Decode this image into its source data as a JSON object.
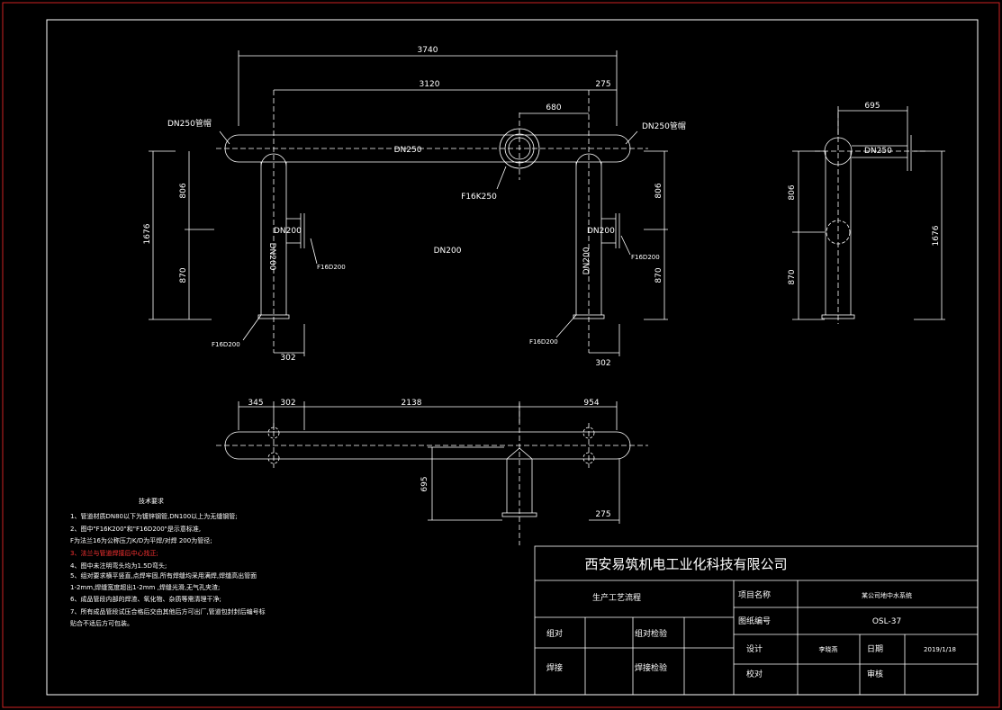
{
  "colors": {
    "background": "#000000",
    "frame_outer": "#cc2222",
    "lines": "#ffffff",
    "highlight_note": "#ff3333"
  },
  "front_view": {
    "dim_overall": "3740",
    "dim_centers": "3120",
    "dim_right_offset": "275",
    "dim_flange_span": "680",
    "dim_height_total": "1676",
    "dim_height_upper": "806",
    "dim_height_lower": "870",
    "dim_height_upper_right": "806",
    "dim_height_lower_right": "870",
    "dim_leg_left": "302",
    "dim_leg_right": "302",
    "label_left_cap": "DN250管帽",
    "label_right_cap": "DN250管帽",
    "label_header": "DN250",
    "label_flange_center": "F16K250",
    "label_branch_left": "DN200",
    "label_branch_right": "DN200",
    "label_leg_left": "DN200",
    "label_leg_right": "DN200",
    "label_center": "DN200",
    "label_flange_left_side": "F16D200",
    "label_flange_right_side": "F16D200",
    "label_flange_left_bottom": "F16D200",
    "label_flange_right_bottom": "F16D200"
  },
  "side_view": {
    "dim_top": "695",
    "label_header": "DN250",
    "dim_upper": "806",
    "dim_lower": "870",
    "dim_total": "1676"
  },
  "top_view": {
    "dim_a": "345",
    "dim_b": "302",
    "dim_c": "2138",
    "dim_d": "954",
    "dim_depth": "695",
    "dim_right": "275"
  },
  "notes": {
    "title": "技术要求",
    "items": [
      "1、管道材质DN80以下为镀锌钢管,DN100以上为无缝钢管;",
      "2、图中\"F16K200\"和\"F16D200\"是示意标准,",
      "   F为法兰16为公称压力K/D为平焊/对焊 200为管径;",
      "3、法兰与管道焊接后中心找正;",
      "4、图中未注明弯头均为1.5D弯头;",
      "5、组对要求横平竖直,点焊牢固,所有焊缝均采用满焊,焊缝高出管面",
      "   1-2mm,焊缝宽度超出1-2mm ,焊缝光滑,无气孔夹渣;",
      "6、成品管段内部的焊渣、氧化物、杂质等需清理干净;",
      "7、所有成品管段试压合格后交由其他后方可出厂,管道包封封后编号标",
      "   贴合不适后方可包装。"
    ]
  },
  "title_block": {
    "company": "西安易筑机电工业化科技有限公司",
    "process": "生产工艺流程",
    "row_a1": "组对",
    "row_a2": "组对检验",
    "row_b1": "焊接",
    "row_b2": "焊接检验",
    "project_name_label": "项目名称",
    "project_name_value": "某公司地中水系统",
    "drawing_no_label": "图纸编号",
    "drawing_no_value": "OSL-37",
    "design_label": "设计",
    "design_value": "李晓燕",
    "date_label": "日期",
    "date_value": "2019/1/18",
    "check_label": "校对",
    "review_label": "审核"
  }
}
